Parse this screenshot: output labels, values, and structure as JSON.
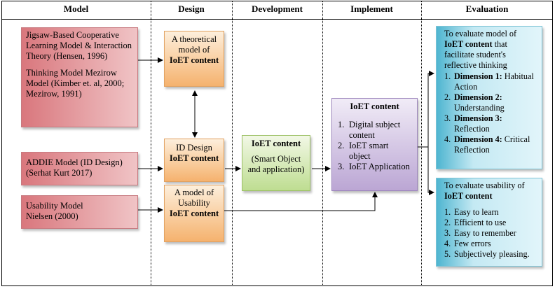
{
  "headers": [
    "Model",
    "Design",
    "Development",
    "Implement",
    "Evaluation"
  ],
  "model": {
    "jigsaw": "Jigsaw-Based Cooperative Learning Model & Interaction Theory (Hensen, 1996)",
    "mezirow": "Thinking Model Mezirow Model (Kimber et. al, 2000; Mezirow, 1991)",
    "addie_line1": "ADDIE Model (ID Design)",
    "addie_line2": "(Serhat Kurt 2017)",
    "usability_line1": "Usability Model",
    "usability_line2": "Nielsen (2000)"
  },
  "design": {
    "theoretical_line1": "A theoretical model of",
    "theoretical_bold": "IoET content",
    "id_line1": "ID Design",
    "id_bold": "IoET content",
    "usability_line1": "A model of Usability",
    "usability_bold": "IoET content"
  },
  "development": {
    "title": "IoET content",
    "subtitle": "(Smart Object and application)"
  },
  "implement": {
    "title": "IoET content",
    "items": [
      {
        "n": "1.",
        "text": "Digital subject content"
      },
      {
        "n": "2.",
        "text": "IoET smart object"
      },
      {
        "n": "3.",
        "text": "IoET Application"
      }
    ]
  },
  "evaluation": {
    "model_intro": "To evaluate model of",
    "model_bold": "IoET content",
    "model_rest": " that facilitate student's reflective thinking",
    "dimensions": [
      {
        "n": "1.",
        "label": "Dimension 1:",
        "text": "Habitual Action"
      },
      {
        "n": "2.",
        "label": "Dimension 2:",
        "text": "Understanding"
      },
      {
        "n": "3.",
        "label": "Dimension 3:",
        "text": "Reflection"
      },
      {
        "n": "4.",
        "label": "Dimension 4:",
        "text": "Critical Reflection"
      }
    ],
    "usability_intro": "To evaluate usability of",
    "usability_bold": "IoET content",
    "usability_items": [
      {
        "n": "1.",
        "text": "Easy to learn"
      },
      {
        "n": "2.",
        "text": "Efficient to use"
      },
      {
        "n": "3.",
        "text": "Easy to remember"
      },
      {
        "n": "4.",
        "text": "Few errors"
      },
      {
        "n": "5.",
        "text": "Subjectively pleasing."
      }
    ]
  }
}
